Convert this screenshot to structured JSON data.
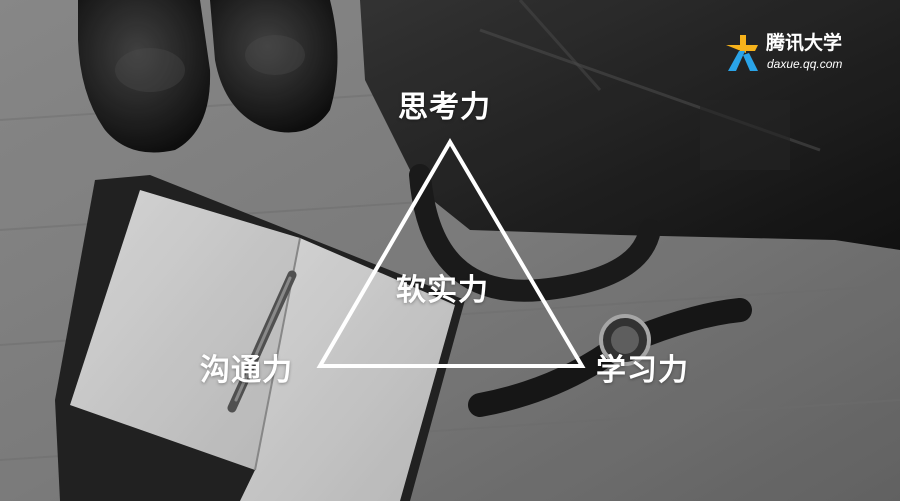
{
  "diagram": {
    "top_label": "思考力",
    "center_label": "软实力",
    "left_label": "沟通力",
    "right_label": "学习力",
    "line_color": "#ffffff",
    "text_color": "#ffffff"
  },
  "logo": {
    "name": "腾讯大学",
    "url": "daxue.qq.com",
    "icon": "tencent-university-star-icon",
    "mark_colors": [
      "#f6b21b",
      "#2aa4e8"
    ]
  },
  "background": {
    "icons": [
      "leather-shoes-icon",
      "briefcase-icon",
      "notebook-icon",
      "pen-icon",
      "wristwatch-icon"
    ]
  }
}
